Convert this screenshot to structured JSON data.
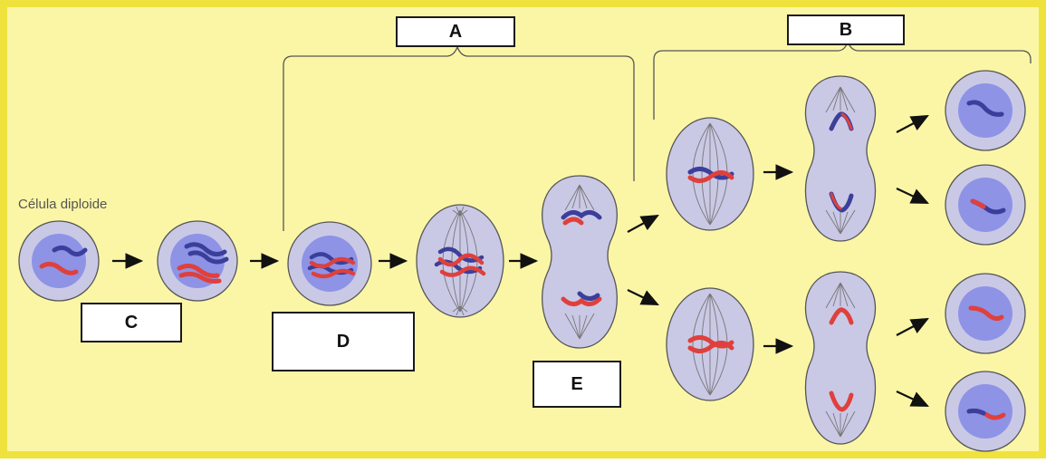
{
  "figure": {
    "background": "#fbf6a6",
    "frame": "#f0e23c",
    "cell_fill": "#c9c9e6",
    "nucleus_fill": "#8e93e6",
    "chromosome_red": "#e0403c",
    "chromosome_blue": "#3b3f9a",
    "start_label": "Célula diploide",
    "labels": {
      "a": "A",
      "b": "B",
      "c": "C",
      "d": "D",
      "e": "E"
    }
  }
}
